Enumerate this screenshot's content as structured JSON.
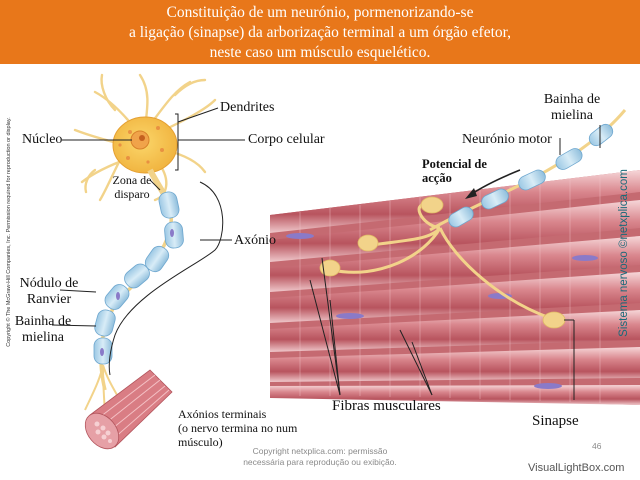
{
  "header": {
    "line1": "Constituição de um neurónio, pormenorizando-se",
    "line2": "a ligação (sinapse) da arborização terminal a um órgão efetor,",
    "line3": "neste caso um músculo esquelético.",
    "bg_color": "#e8771a"
  },
  "labels": {
    "dendrites": "Dendrites",
    "nucleus": "Núcleo",
    "cell_body": "Corpo celular",
    "trigger_zone_1": "Zona de",
    "trigger_zone_2": "disparo",
    "axon": "Axónio",
    "node_1": "Nódulo de",
    "node_2": "Ranvier",
    "sheath_left_1": "Bainha de",
    "sheath_left_2": "mielina",
    "axon_terminals_1": "Axónios terminais",
    "axon_terminals_2": "(o nervo termina no num",
    "axon_terminals_3": "músculo)",
    "sheath_right_1": "Bainha de",
    "sheath_right_2": "mielina",
    "motor_neuron": "Neurónio motor",
    "action_potential_1": "Potencial de",
    "action_potential_2": "acção",
    "muscle_fibers": "Fibras musculares",
    "synapse": "Sinapse"
  },
  "copyright_left": "Copyright © The McGraw-Hill Companies, Inc. Permission required for reproduction or display.",
  "copyright_right": "Sistema nervoso ©netxplica.com",
  "footer": {
    "line1": "Copyright netxplica.com: permissão",
    "line2": "necessária para reprodução ou exibição."
  },
  "page_number": "46",
  "brand": "VisualLightBox.com"
}
